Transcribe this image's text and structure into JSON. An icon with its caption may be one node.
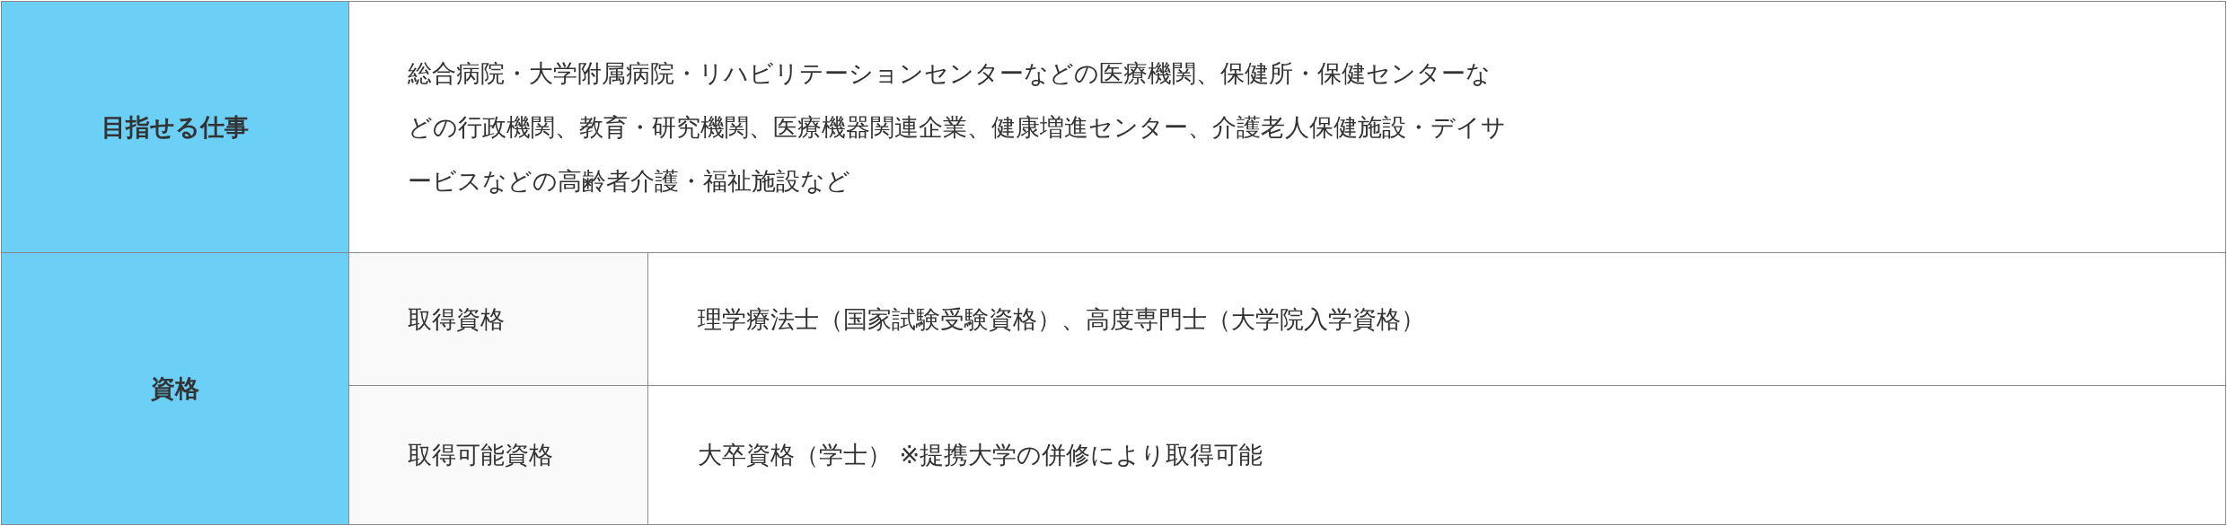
{
  "diagram": {
    "labels": [
      "目指せる仕事",
      "総合病院・大学附属病院・リハビリテーションセンターなどの医療機関、保健所・保健センターなどの行政機関、教育・研究機関、医療機器関連企業、健康増進センター、介護老人保健施設・デイサービスなどの高齢者介護・福祉施設など",
      "資格",
      "取得資格",
      "理学療法士（国家試験受験資格）、高度専門士（大学院入学資格）",
      "取得可能資格",
      "大卒資格（学士） ※提携大学の併修により取得可能"
    ]
  }
}
